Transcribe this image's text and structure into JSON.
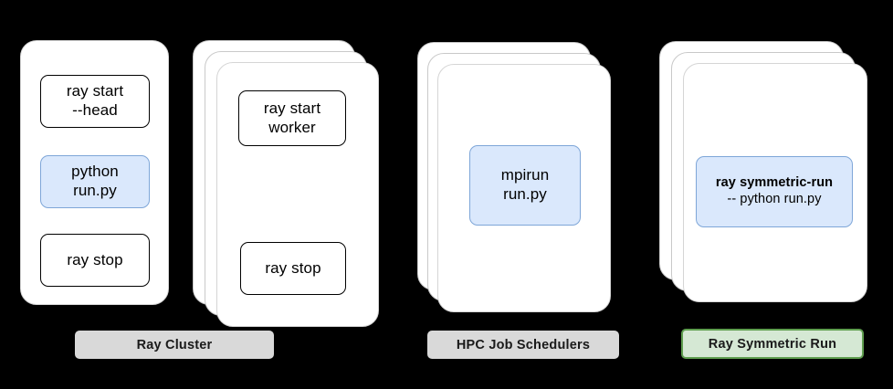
{
  "background_color": "#000000",
  "groups": [
    {
      "id": "ray-cluster",
      "legend": "Ray Cluster",
      "legend_style": "gray",
      "legend_color": "#d9d9d9",
      "nodes": [
        {
          "id": "head-node",
          "stack_count": 1,
          "commands": [
            {
              "id": "ray-start-head",
              "lines": [
                "ray start",
                "--head"
              ],
              "highlight": false
            },
            {
              "id": "python-run-py",
              "lines": [
                "python",
                "run.py"
              ],
              "highlight": true
            },
            {
              "id": "ray-stop-head",
              "lines": [
                "ray stop"
              ],
              "highlight": false
            }
          ]
        },
        {
          "id": "worker-nodes",
          "stack_count": 3,
          "commands": [
            {
              "id": "ray-start-worker",
              "lines": [
                "ray start",
                "worker"
              ],
              "highlight": false
            },
            {
              "id": "ray-stop-worker",
              "lines": [
                "ray stop"
              ],
              "highlight": false
            }
          ]
        }
      ]
    },
    {
      "id": "hpc-job-schedulers",
      "legend": "HPC Job Schedulers",
      "legend_style": "gray",
      "legend_color": "#d9d9d9",
      "nodes": [
        {
          "id": "hpc-nodes",
          "stack_count": 3,
          "commands": [
            {
              "id": "mpirun-run-py",
              "lines": [
                "mpirun",
                "run.py"
              ],
              "highlight": true
            }
          ]
        }
      ]
    },
    {
      "id": "ray-symmetric-run",
      "legend": "Ray Symmetric Run",
      "legend_style": "green",
      "legend_color": "#d5e8d4",
      "legend_border_color": "#5f9e4f",
      "nodes": [
        {
          "id": "symmetric-nodes",
          "stack_count": 3,
          "commands": [
            {
              "id": "ray-symmetric-run-cmd",
              "lines": [
                "ray symmetric-run",
                "-- python run.py"
              ],
              "highlight": true,
              "two_tone": true
            }
          ]
        }
      ]
    }
  ],
  "colors": {
    "highlight_fill": "#dae8fc",
    "highlight_border": "#7ea6d8",
    "card_fill": "#ffffff",
    "card_border": "#d5d5d5",
    "command_border": "#000000"
  }
}
